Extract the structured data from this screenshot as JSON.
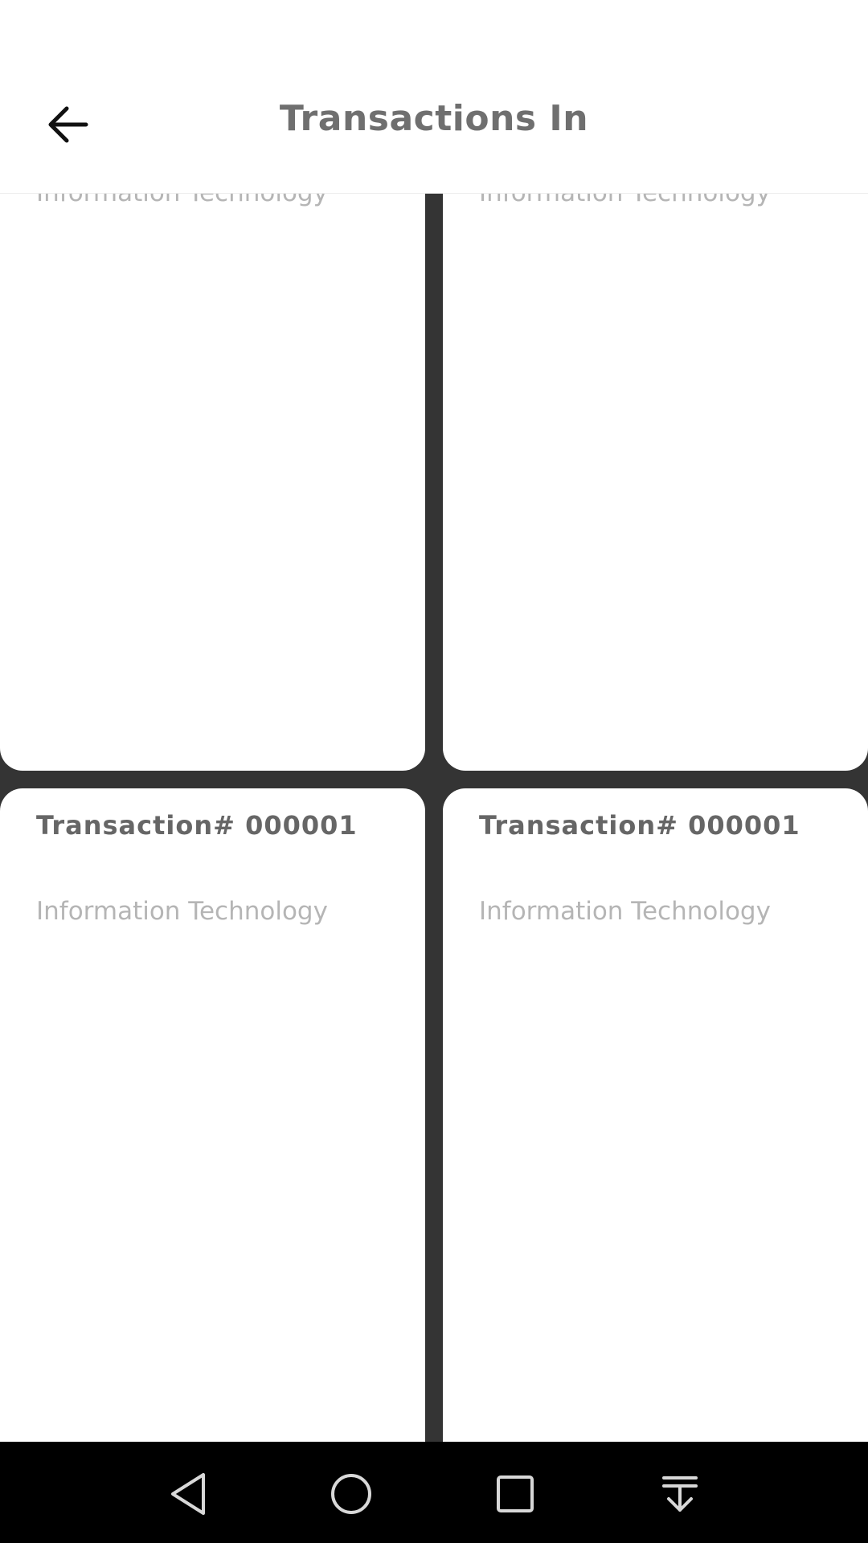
{
  "header": {
    "title": "Transactions In",
    "back_icon": "arrow-left-icon"
  },
  "cards": [
    {
      "title": "",
      "subtitle": "Information Technology"
    },
    {
      "title": "",
      "subtitle": "Information Technology"
    },
    {
      "title": "Transaction# 000001",
      "subtitle": "Information Technology"
    },
    {
      "title": "Transaction# 000001",
      "subtitle": "Information Technology"
    }
  ],
  "nav_bar": {
    "buttons": [
      "back-triangle-icon",
      "home-circle-icon",
      "recents-square-icon",
      "notifications-pull-down-icon"
    ]
  },
  "colors": {
    "background": "#343434",
    "card": "#ffffff",
    "title_text": "#6f6f6f",
    "subtitle_text": "#b5b5b5",
    "nav_bar": "#000000"
  }
}
